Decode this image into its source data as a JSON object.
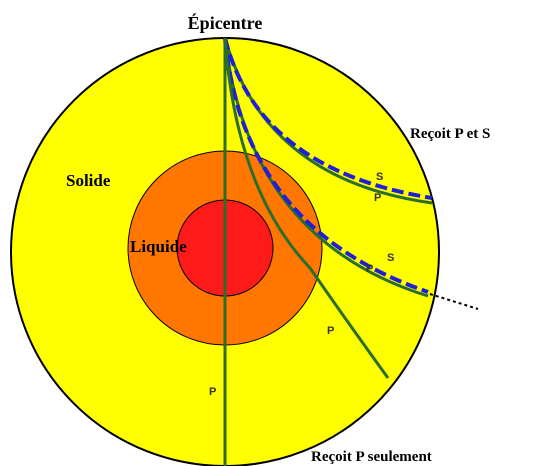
{
  "labels": {
    "epicentre": "Épicentre",
    "solid": "Solide",
    "liquid": "Liquide",
    "receives_p_and_s": "Reçoit P et S",
    "receives_p_only": "Reçoit P seulement"
  },
  "wave_letters": {
    "s_upper": "S",
    "p_upper": "P",
    "p_middle": "P",
    "s_middle": "S",
    "p_lower": "P",
    "p_vertical": "P"
  },
  "colors": {
    "mantle": "#ffff00",
    "outer_core": "#ff7700",
    "inner_core": "#ff1a1a",
    "p_wave": "#2a6e2a",
    "s_wave": "#1f1fd6",
    "outline": "#000000"
  }
}
